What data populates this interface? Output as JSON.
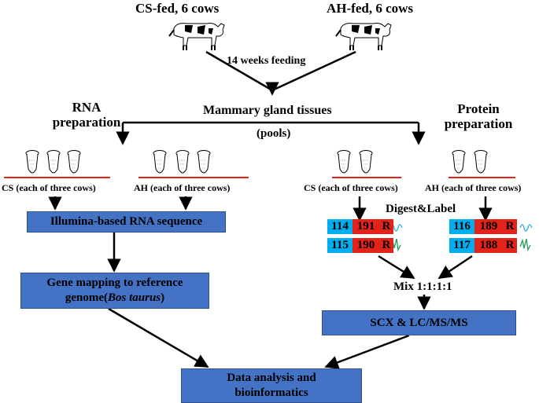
{
  "top": {
    "cs_fed": "CS-fed, 6 cows",
    "ah_fed": "AH-fed, 6 cows",
    "feeding": "14 weeks feeding",
    "mammary": "Mammary gland tissues",
    "pools": "(pools)"
  },
  "rna_branch": {
    "title_line1": "RNA",
    "title_line2": "preparation",
    "cs_label": "CS (each of three cows)",
    "ah_label": "AH (each of three cows)",
    "sequence_box": "Illumina-based RNA sequence",
    "mapping_line1": "Gene mapping to reference",
    "mapping_line2_prefix": "genome(",
    "mapping_line2_italic": "Bos taurus",
    "mapping_line2_suffix": ")"
  },
  "protein_branch": {
    "title_line1": "Protein",
    "title_line2": "preparation",
    "cs_label": "CS (each of three cows)",
    "ah_label": "AH (each of three cows)",
    "digest_label": "Digest&Label",
    "tags_left": [
      {
        "a": "114",
        "b": "191",
        "r": "R"
      },
      {
        "a": "115",
        "b": "190",
        "r": "R"
      }
    ],
    "tags_right": [
      {
        "a": "116",
        "b": "189",
        "r": "R"
      },
      {
        "a": "117",
        "b": "188",
        "r": "R"
      }
    ],
    "mix_label": "Mix 1:1:1:1",
    "lcms_box": "SCX & LC/MS/MS"
  },
  "final_box_line1": "Data analysis and",
  "final_box_line2": "bioinformatics",
  "colors": {
    "box_fill": "#4472c4",
    "underline_red": "#e2231a",
    "tag_cyan": "#00aeef",
    "tag_red": "#e2231a",
    "squiggle_blue": "#29abe2",
    "squiggle_green": "#1f9d55"
  }
}
